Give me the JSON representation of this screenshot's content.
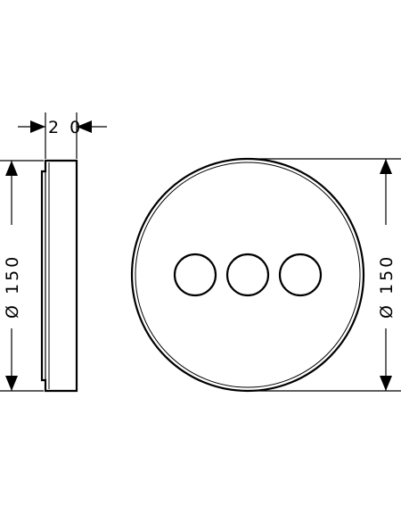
{
  "dimensions": {
    "depth_label": "2 0",
    "diameter_side_label": "Ø 150",
    "diameter_front_label": "Ø 150"
  },
  "buttons": {
    "count": 3
  },
  "colors": {
    "stroke": "#000000",
    "background": "#ffffff"
  }
}
